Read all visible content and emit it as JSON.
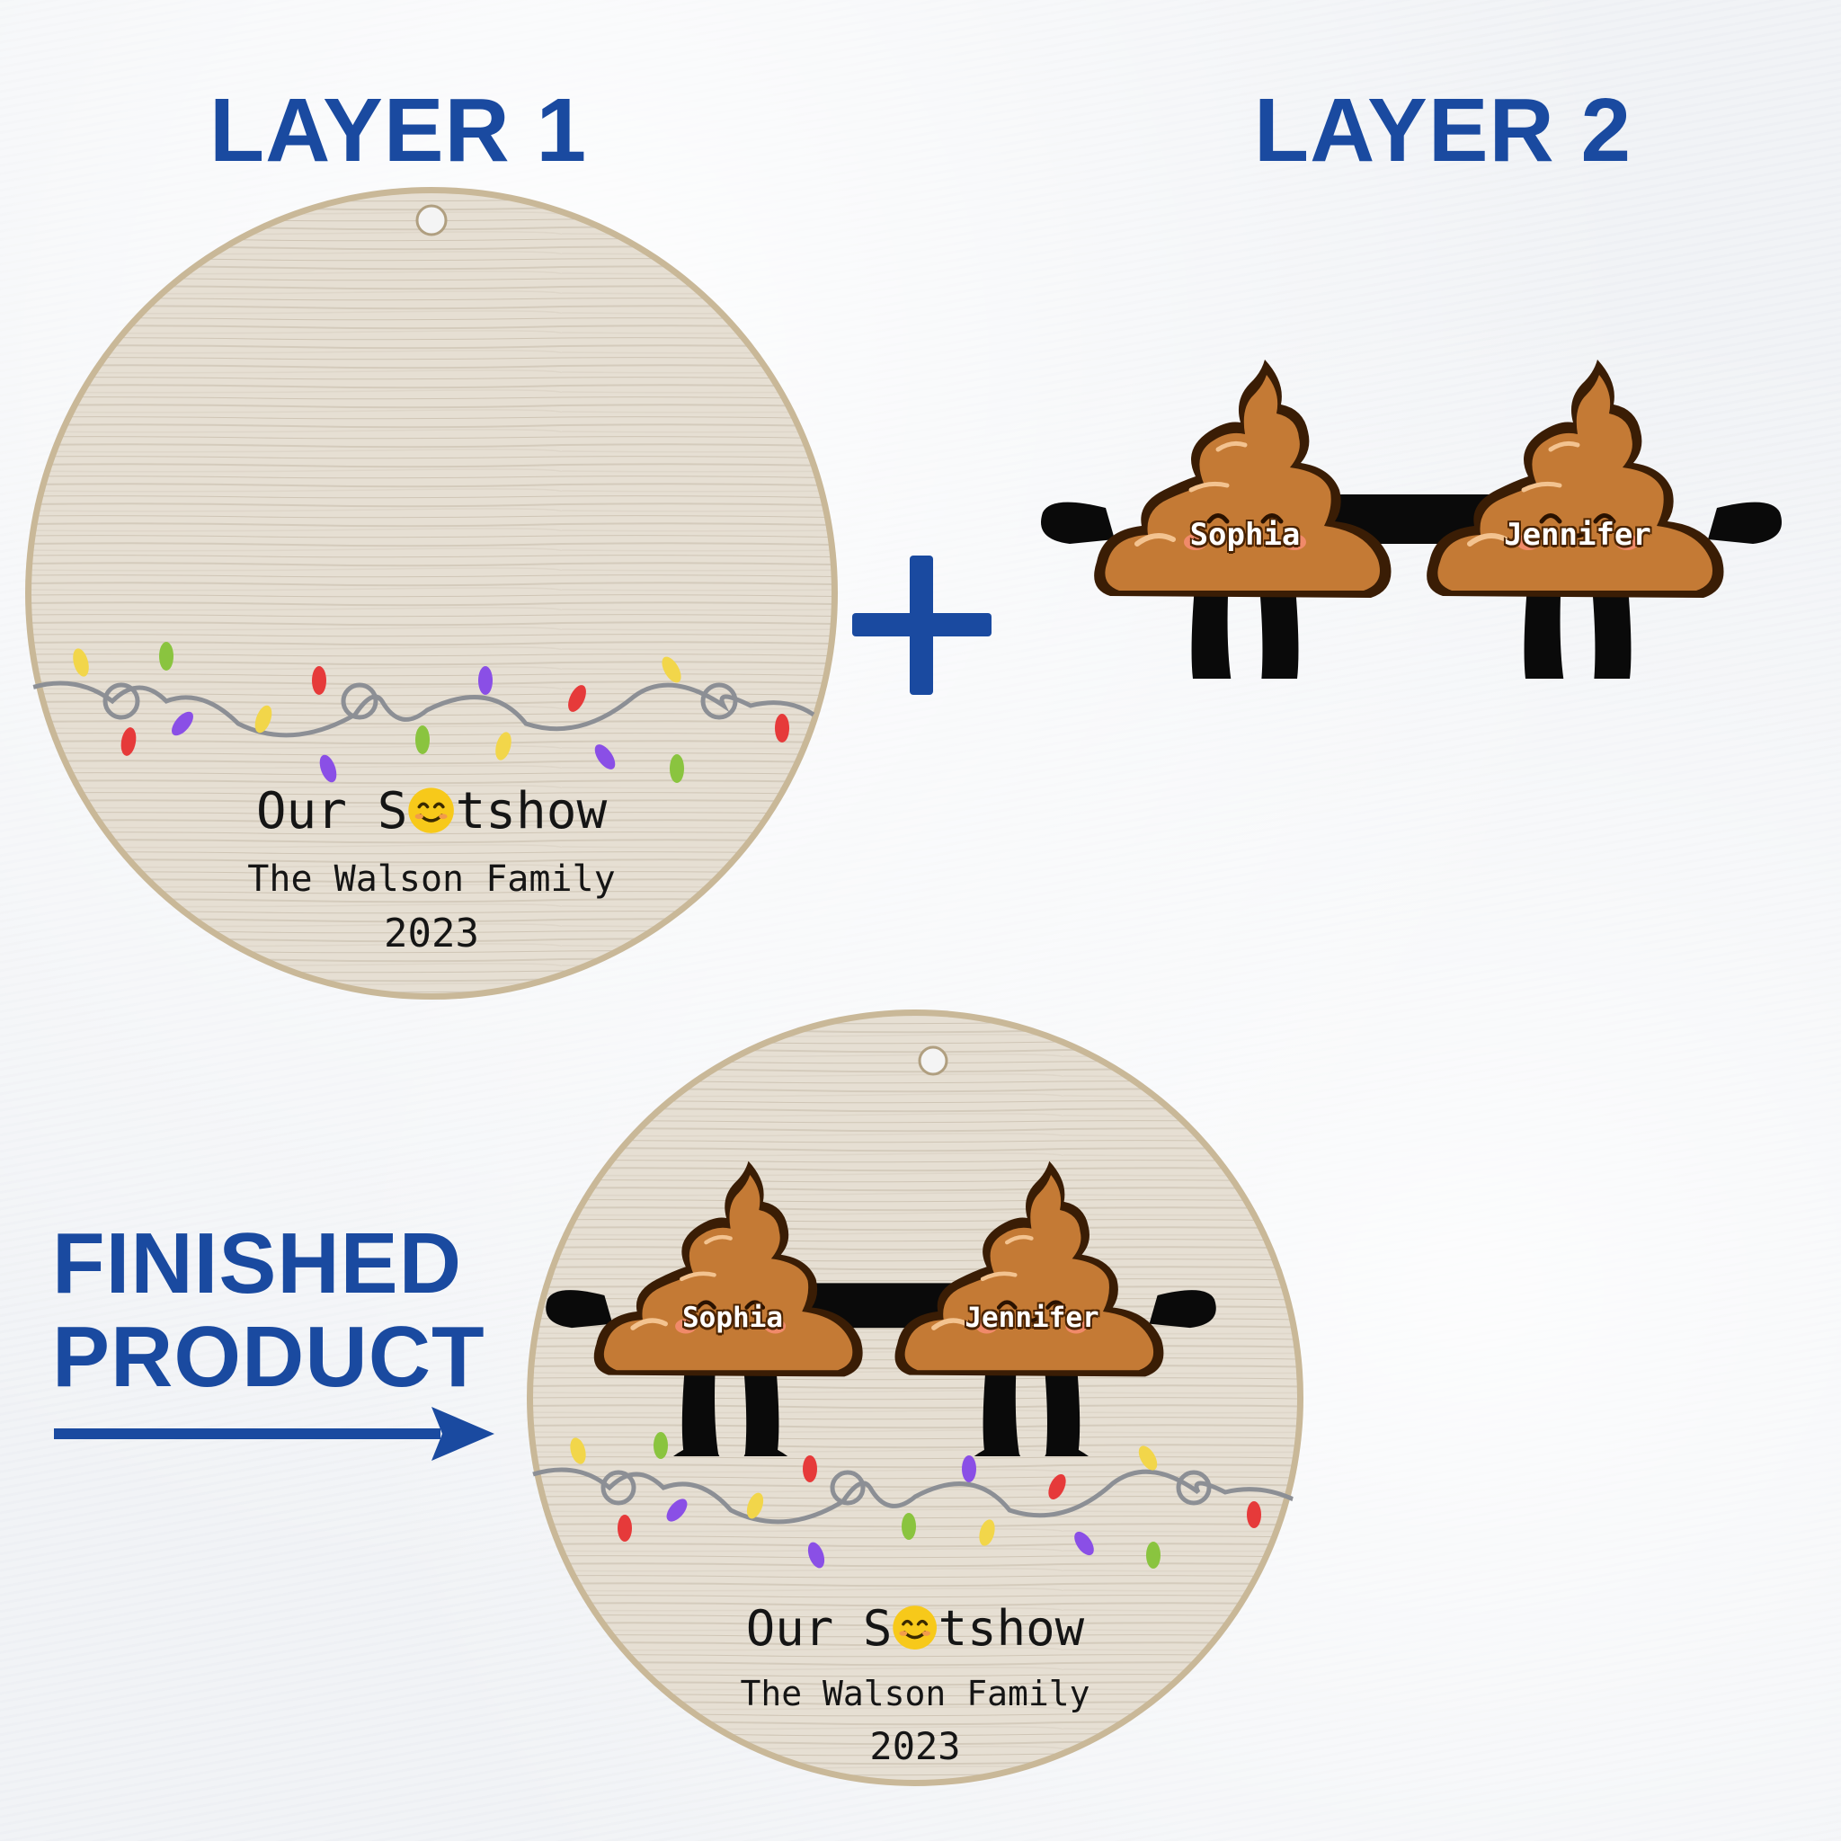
{
  "labels": {
    "layer1": "LAYER 1",
    "layer2": "LAYER 2",
    "finished_line1": "FINISHED",
    "finished_line2": "PRODUCT"
  },
  "ornament": {
    "text_before_emoji": "Our S",
    "text_after_emoji": "tshow",
    "family": "The Walson Family",
    "year": "2023"
  },
  "names": [
    "Sophia",
    "Jennifer"
  ],
  "colors": {
    "heading_blue": "#1a4aa0",
    "wood": "#e4ddd1",
    "poop_brown": "#c47a35",
    "arms_black": "#0a0a0a",
    "light_bulbs": [
      "#e63a3a",
      "#f2d64a",
      "#8a4fe6",
      "#8ac43f"
    ]
  },
  "icons": [
    "plus-icon",
    "arrow-right-icon",
    "smiley-emoji-icon",
    "poop-character-icon",
    "string-lights-icon"
  ]
}
